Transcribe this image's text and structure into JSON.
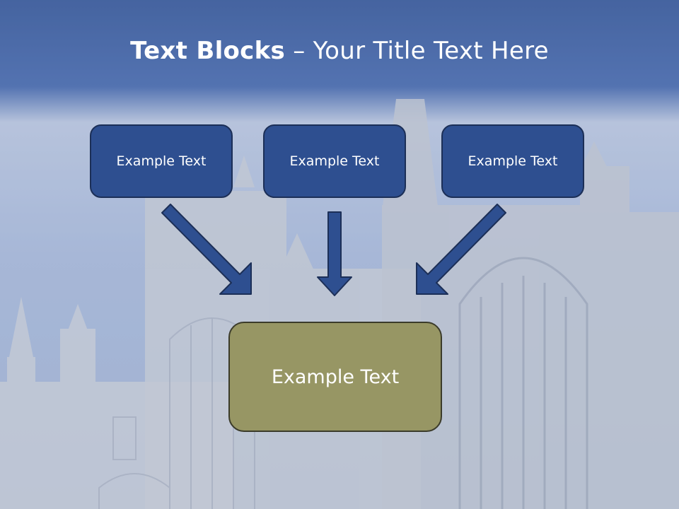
{
  "slide": {
    "title_bold": "Text Blocks",
    "title_rest": " – Your Title Text Here"
  },
  "blocks": {
    "top": [
      {
        "label": "Example Text"
      },
      {
        "label": "Example Text"
      },
      {
        "label": "Example Text"
      }
    ],
    "center": {
      "label": "Example Text"
    }
  },
  "colors": {
    "header_band": "#2b4d91",
    "top_block_fill": "#2e4f90",
    "center_block_fill": "#979664",
    "arrow_fill": "#2e4f90",
    "arrow_stroke": "#1c2f57"
  },
  "background_image": "cathedral-facade"
}
